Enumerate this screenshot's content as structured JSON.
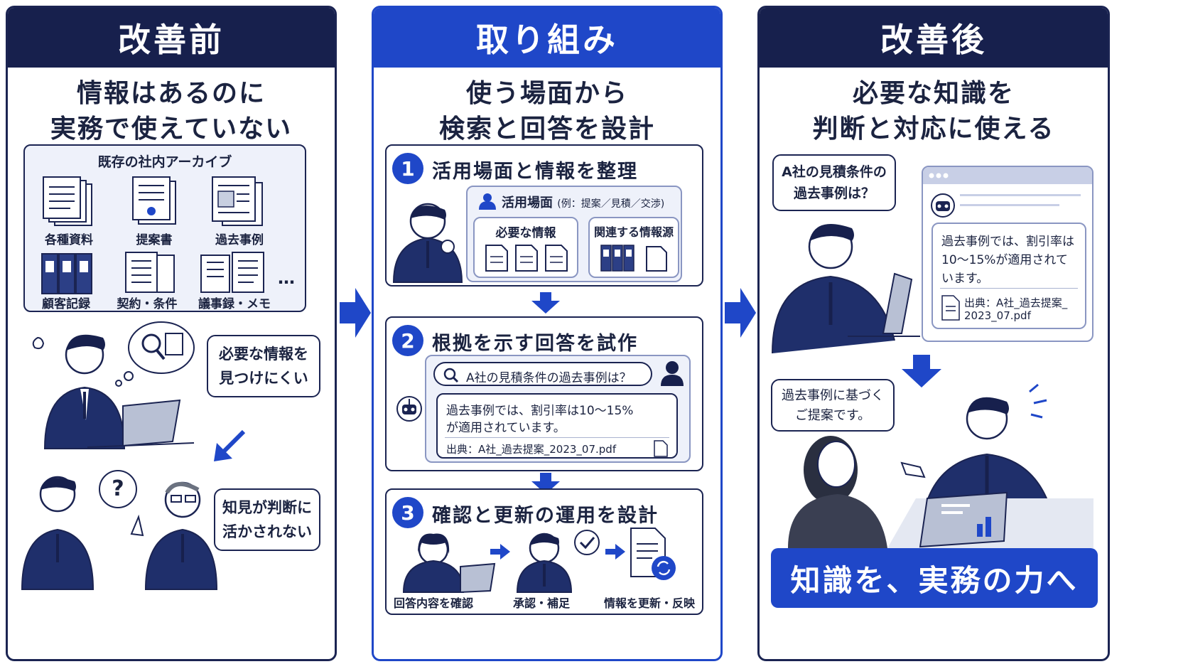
{
  "before": {
    "header": "改善前",
    "subtitle_line1": "情報はあるのに",
    "subtitle_line2": "実務で使えていない",
    "archive_title": "既存の社内アーカイブ",
    "docs": [
      "各種資料",
      "提案書",
      "過去事例",
      "顧客記録",
      "契約・条件",
      "議事録・メモ"
    ],
    "more": "…",
    "problem1_line1": "必要な情報を",
    "problem1_line2": "見つけにくい",
    "problem2_line1": "知見が判断に",
    "problem2_line2": "活かされない",
    "question_mark": "?"
  },
  "approach": {
    "header": "取り組み",
    "subtitle_line1": "使う場面から",
    "subtitle_line2": "検索と回答を設計",
    "step1": {
      "num": "1",
      "title": "活用場面と情報を整理",
      "scene_label": "活用場面",
      "scene_examples": "(例：提案／見積／交渉)",
      "needed_info": "必要な情報",
      "related_source": "関連する情報源"
    },
    "step2": {
      "num": "2",
      "title": "根拠を示す回答を試作",
      "query": "A社の見積条件の過去事例は？",
      "answer_line1": "過去事例では、割引率は10〜15%",
      "answer_line2": "が適用されています。",
      "source": "出典：A社_過去提案_2023_07.pdf"
    },
    "step3": {
      "num": "3",
      "title": "確認と更新の運用を設計",
      "items": [
        "回答内容を確認",
        "承認・補足",
        "情報を更新・反映"
      ]
    }
  },
  "after": {
    "header": "改善後",
    "subtitle_line1": "必要な知識を",
    "subtitle_line2": "判断と対応に使える",
    "question_line1": "A社の見積条件の",
    "question_line2": "過去事例は？",
    "answer_line1": "過去事例では、割引率は",
    "answer_line2": "10〜15%が適用されて",
    "answer_line3": "います。",
    "source_line1": "出典：A社_過去提案_",
    "source_line2": "2023_07.pdf",
    "proposal_line1": "過去事例に基づく",
    "proposal_line2": "ご提案です。",
    "banner": "知識を、実務の力へ"
  },
  "colors": {
    "navy": "#17204d",
    "blue": "#1f47c8",
    "light": "#eef1fa"
  }
}
